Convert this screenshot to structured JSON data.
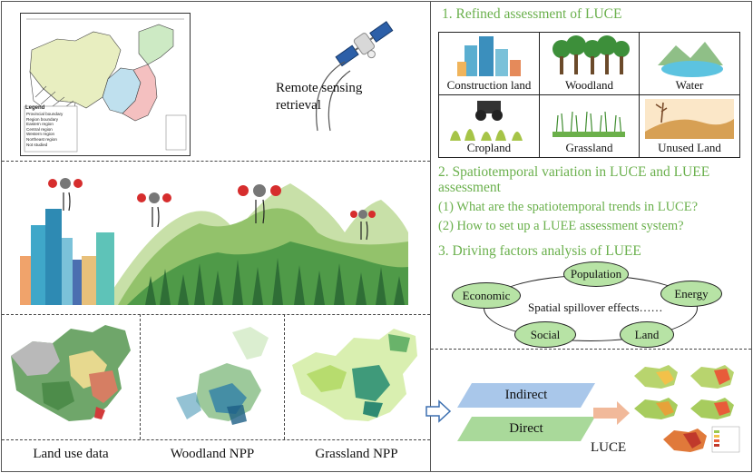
{
  "remote_sensing_label": "Remote sensing\nretrieval",
  "map_legend": {
    "title": "Legend",
    "items": [
      "Provincial boundary",
      "Region boundary",
      "Eastern region",
      "Central region",
      "Western region",
      "Northeast region",
      "Not studied"
    ]
  },
  "section1": {
    "title": "1. Refined assessment of LUCE",
    "cells": [
      "Construction land",
      "Woodland",
      "Water",
      "Cropland",
      "Grassland",
      "Unused Land"
    ]
  },
  "section2": {
    "title": "2. Spatiotemporal variation in LUCE and LUEE assessment",
    "q1": "(1) What are the spatiotemporal trends in LUCE?",
    "q2": "(2) How to set up a LUEE assessment system?"
  },
  "section3": {
    "title": "3. Driving factors analysis of LUEE",
    "center": "Spatial spillover effects……",
    "nodes": [
      "Population",
      "Energy",
      "Land",
      "Social",
      "Economic"
    ]
  },
  "bottom_labels": [
    "Land use data",
    "Woodland NPP",
    "Grassland NPP"
  ],
  "effects": {
    "indirect": "Indirect",
    "direct": "Direct",
    "luce": "LUCE"
  },
  "colors": {
    "accent_green": "#6ab04c",
    "node_fill": "#b7e3a5",
    "para_blue": "#a9c7ea",
    "para_green": "#a9d99a",
    "arrow": "#f1b99a"
  }
}
